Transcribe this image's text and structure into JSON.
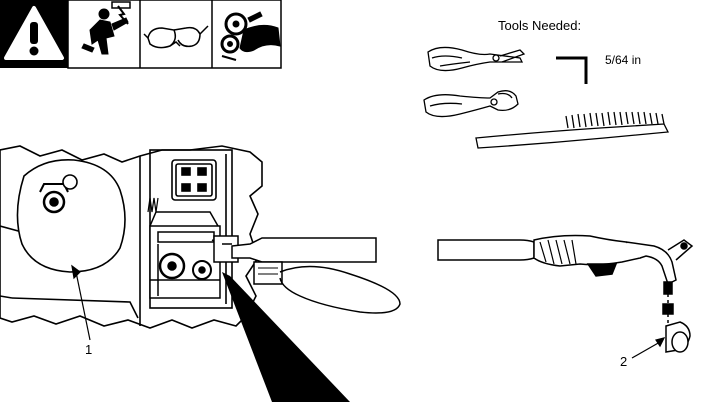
{
  "tools": {
    "title": "Tools Needed:",
    "hex_key_size": "5/64 in"
  },
  "callouts": {
    "gun_liner_label": "1",
    "contact_tip_label": "2"
  },
  "safety_icons": [
    "warning-icon",
    "electric-shock-icon",
    "safety-glasses-icon",
    "moving-parts-icon"
  ],
  "colors": {
    "ink": "#000000",
    "paper": "#ffffff"
  }
}
